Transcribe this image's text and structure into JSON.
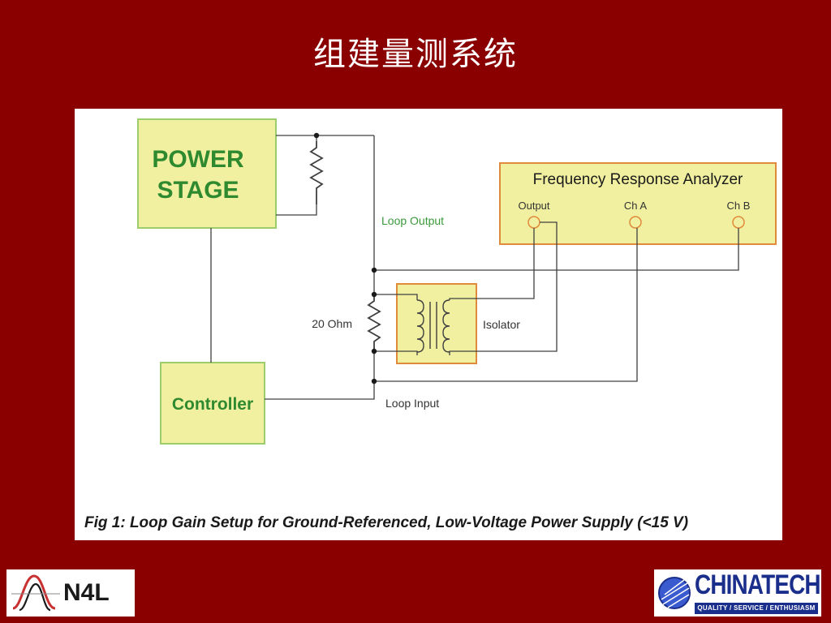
{
  "slide": {
    "title": "组建量测系统"
  },
  "diagram": {
    "power_stage": [
      "POWER",
      "STAGE"
    ],
    "controller": "Controller",
    "fra_title": "Frequency Response Analyzer",
    "fra_ports": [
      "Output",
      "Ch A",
      "Ch B"
    ],
    "loop_output": "Loop Output",
    "loop_input": "Loop Input",
    "resistor": "20 Ohm",
    "isolator": "Isolator",
    "caption": "Fig 1: Loop Gain Setup for Ground-Referenced, Low-Voltage Power Supply (<15 V)",
    "colors": {
      "box_fill": "#f0f0a0",
      "box_border_green": "#9ccc6c",
      "box_border_orange": "#e08a3c",
      "box_text": "#2f8a2f",
      "loop_label": "#3a9a3a",
      "wire": "#404040"
    }
  },
  "logos": {
    "left": "N4L",
    "right": "CHINATECH",
    "right_tagline": "QUALITY / SERVICE / ENTHUSIASM"
  }
}
